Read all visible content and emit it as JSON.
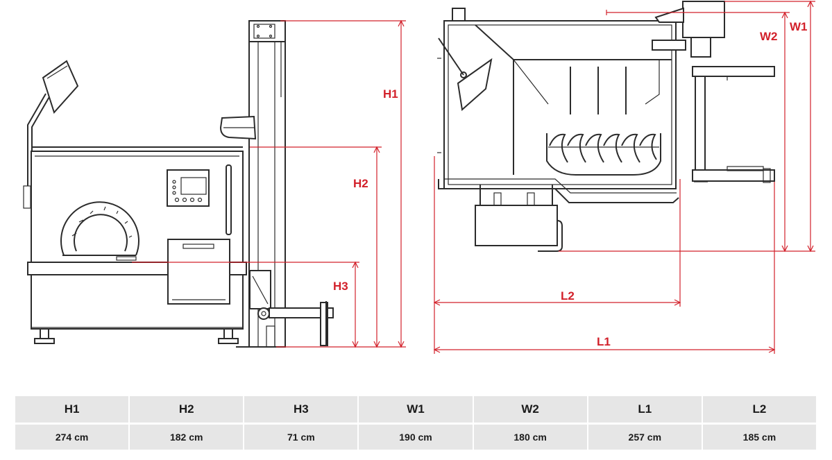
{
  "dimension_labels": {
    "h1": "H1",
    "h2": "H2",
    "h3": "H3",
    "w1": "W1",
    "w2": "W2",
    "l1": "L1",
    "l2": "L2"
  },
  "table": {
    "headers": [
      "H1",
      "H2",
      "H3",
      "W1",
      "W2",
      "L1",
      "L2"
    ],
    "values": [
      "274 cm",
      "182 cm",
      "71 cm",
      "190 cm",
      "180 cm",
      "257 cm",
      "185 cm"
    ]
  },
  "colors": {
    "dimension": "#d2202a",
    "line": "#2b2b2b",
    "table_cell": "#e6e6e6"
  }
}
